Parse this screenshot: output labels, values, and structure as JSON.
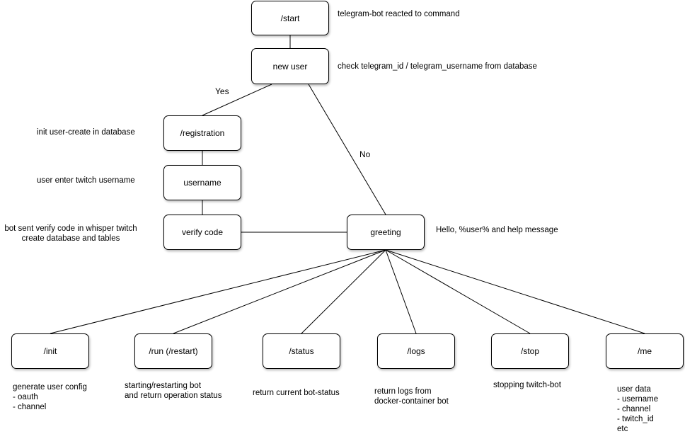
{
  "nodes": {
    "start": "/start",
    "new_user": "new user",
    "registration": "/registration",
    "username": "username",
    "verify_code": "verify code",
    "greeting": "greeting",
    "init": "/init",
    "run": "/run (/restart)",
    "status": "/status",
    "logs": "/logs",
    "stop": "/stop",
    "me": "/me"
  },
  "edge_labels": {
    "yes": "Yes",
    "no": "No"
  },
  "notes": {
    "start": "telegram-bot reacted to command",
    "new_user": "check telegram_id / telegram_username from database",
    "registration": "init user-create in database",
    "username": "user enter twitch username",
    "verify_code": "bot sent verify code in whisper twitch\ncreate database and tables",
    "greeting": "Hello, %user% and help message",
    "init": "generate user config\n- oauth\n- channel",
    "run": "starting/restarting bot\nand return operation status",
    "status": "return current bot-status",
    "logs": "return logs from\ndocker-container bot",
    "stop": "stopping twitch-bot",
    "me": "user data\n- username\n- channel\n- twitch_id\netc"
  }
}
